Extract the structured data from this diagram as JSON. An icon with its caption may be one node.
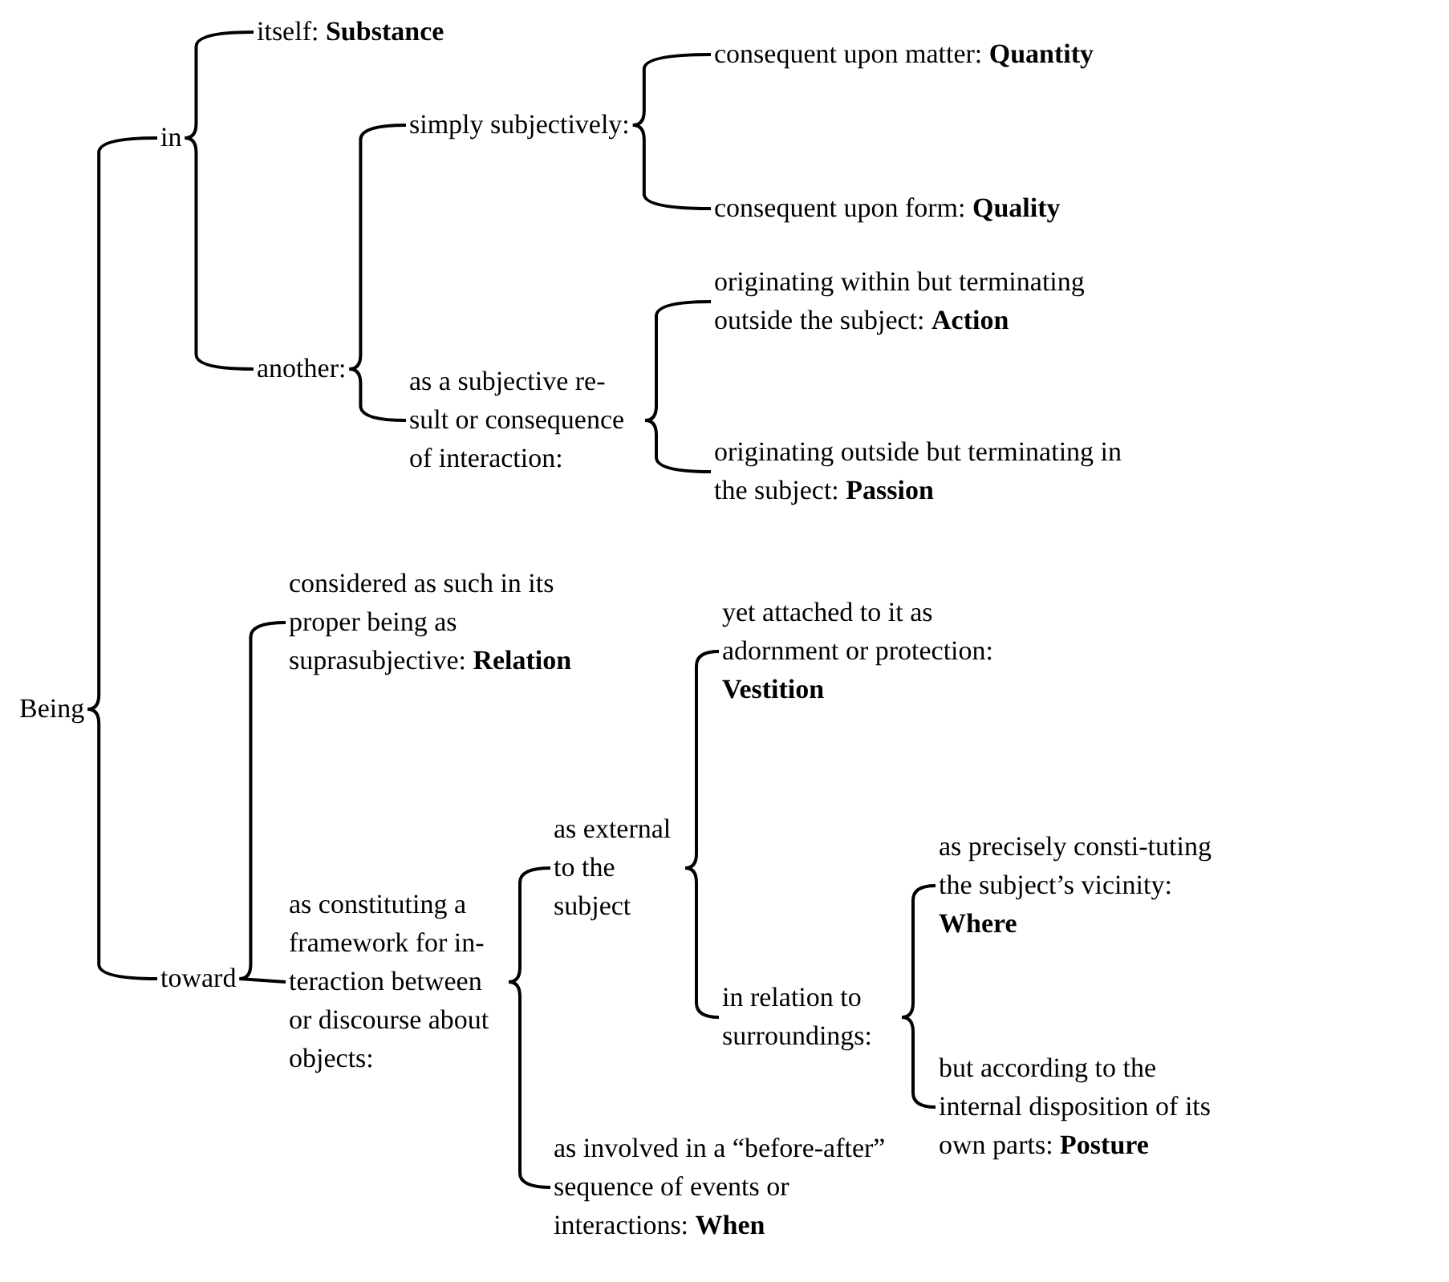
{
  "diagram": {
    "nodes": [
      {
        "text": [
          "Being"
        ]
      },
      {
        "text": [
          "in"
        ]
      },
      {
        "text": [
          "toward"
        ]
      },
      {
        "text": [
          "itself: **Substance**"
        ]
      },
      {
        "text": [
          "another:"
        ]
      },
      {
        "text": [
          "simply subjectively:"
        ]
      },
      {
        "text": [
          "as a subjective re-sult or consequence of interaction:"
        ]
      },
      {
        "text": [
          "consequent upon matter: **Quantity**"
        ]
      },
      {
        "text": [
          "consequent upon form: **Quality**"
        ]
      },
      {
        "text": [
          "originating within but terminating outside the subject: **Action**"
        ]
      },
      {
        "text": [
          "originating outside but terminating in the subject: **Passion**"
        ]
      },
      {
        "text": [
          "considered as such in its proper being as suprasubjective: **Relation**"
        ]
      },
      {
        "text": [
          "as constituting a framework for in-teraction between or discourse about objects:"
        ]
      },
      {
        "text": [
          "as external to the subject"
        ]
      },
      {
        "text": [
          "as involved in a “before-after” sequence of events or interactions: **When**"
        ]
      },
      {
        "text": [
          "yet attached to it as adornment or protection: **Vestition**"
        ]
      },
      {
        "text": [
          "in relation to surroundings:"
        ]
      },
      {
        "text": [
          "as precisely consti-tuting the subject’s vicinity: **Where**"
        ]
      },
      {
        "text": [
          "but according to the internal disposition of its own parts: **Posture**"
        ]
      }
    ],
    "edges": [
      {
        "from": 0,
        "to": 1,
        "arrow": "none"
      },
      {
        "from": 0,
        "to": 2,
        "arrow": "none"
      },
      {
        "from": 1,
        "to": 3,
        "arrow": "none"
      },
      {
        "from": 1,
        "to": 4,
        "arrow": "none"
      },
      {
        "from": 4,
        "to": 5,
        "arrow": "none"
      },
      {
        "from": 4,
        "to": 6,
        "arrow": "none"
      },
      {
        "from": 5,
        "to": 7,
        "arrow": "none"
      },
      {
        "from": 5,
        "to": 8,
        "arrow": "none"
      },
      {
        "from": 6,
        "to": 9,
        "arrow": "none"
      },
      {
        "from": 6,
        "to": 10,
        "arrow": "none"
      },
      {
        "from": 2,
        "to": 11,
        "arrow": "none"
      },
      {
        "from": 2,
        "to": 12,
        "arrow": "none"
      },
      {
        "from": 12,
        "to": 13,
        "arrow": "none"
      },
      {
        "from": 12,
        "to": 14,
        "arrow": "none"
      },
      {
        "from": 13,
        "to": 15,
        "arrow": "none"
      },
      {
        "from": 13,
        "to": 16,
        "arrow": "none"
      },
      {
        "from": 16,
        "to": 17,
        "arrow": "none"
      },
      {
        "from": 16,
        "to": 18,
        "arrow": "none"
      }
    ]
  }
}
